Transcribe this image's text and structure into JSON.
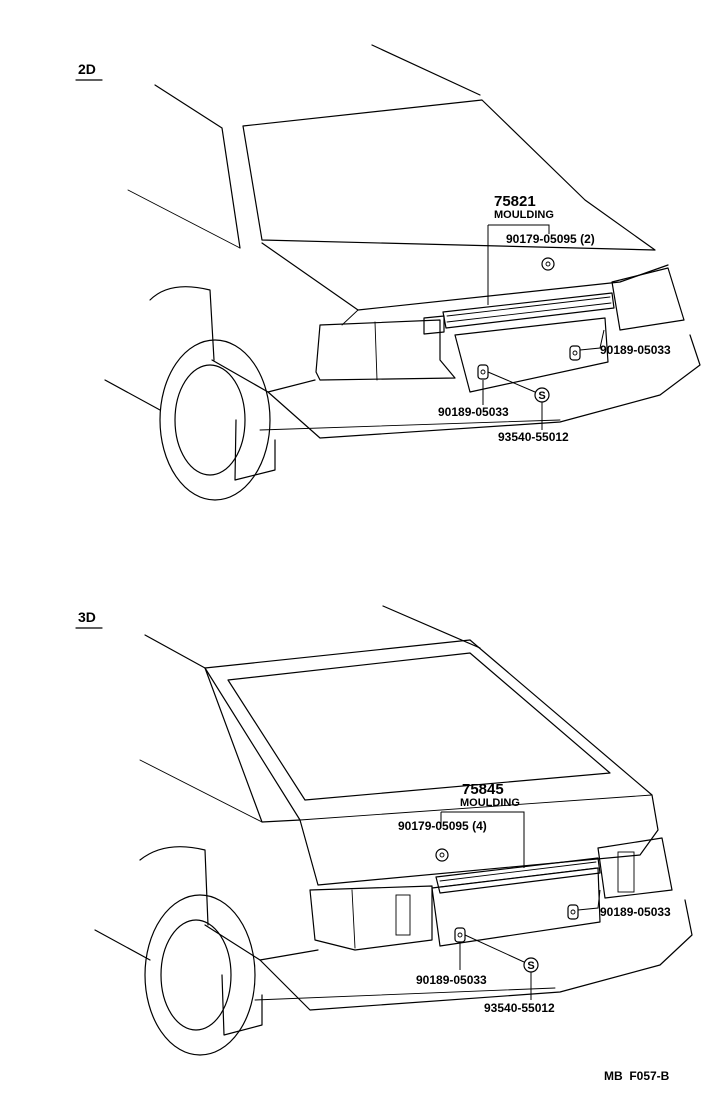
{
  "panels": [
    {
      "label": "2D",
      "part_number": "75821",
      "part_name": "MOULDING",
      "fastener_top": "90179-05095 (2)",
      "fastener_right": "90189-05033",
      "fastener_left": "90189-05033",
      "seal": "93540-55012",
      "seal_symbol": "S"
    },
    {
      "label": "3D",
      "part_number": "75845",
      "part_name": "MOULDING",
      "fastener_top": "90179-05095 (4)",
      "fastener_right": "90189-05033",
      "fastener_left": "90189-05033",
      "seal": "93540-55012",
      "seal_symbol": "S"
    }
  ],
  "footer_code": "MB  F057-B"
}
